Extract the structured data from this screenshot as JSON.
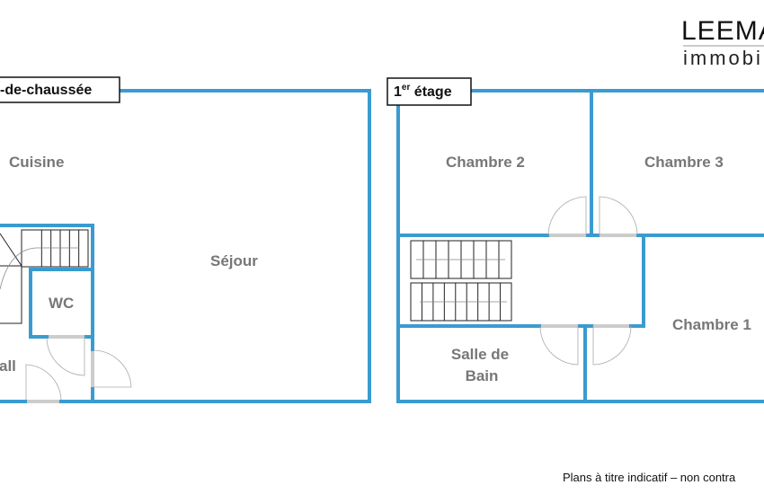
{
  "logo": {
    "line1": "LEEMA",
    "line2": "immobi"
  },
  "ground_floor": {
    "label": "-de-chaussée",
    "rooms": {
      "kitchen": "Cuisine",
      "living": "Séjour",
      "wc": "WC",
      "hall": "all"
    }
  },
  "first_floor": {
    "label_main": "1",
    "label_sup": "er",
    "label_rest": " étage",
    "rooms": {
      "bedroom2": "Chambre 2",
      "bedroom3": "Chambre 3",
      "bedroom1": "Chambre 1",
      "bath_line1": "Salle de",
      "bath_line2": "Bain"
    }
  },
  "footer": {
    "disclaimer": "Plans à titre indicatif – non contra"
  },
  "colors": {
    "wall": "#3a9bd0",
    "room_text": "#777777"
  }
}
